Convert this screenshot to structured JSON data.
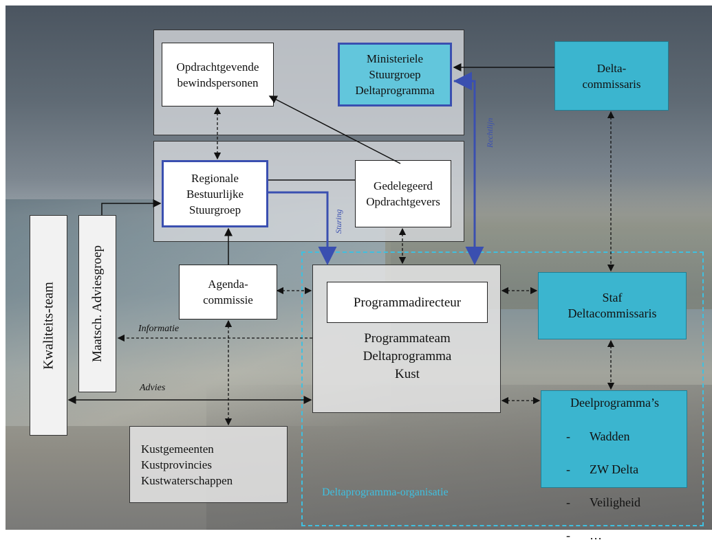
{
  "nodes": {
    "opdrachtgevende": "Opdrachtgevende\nbewindspersonen",
    "ministeriele": "Ministeriele\nStuurgroep\nDeltaprogramma",
    "deltacommissaris": "Delta-\ncommissaris",
    "regionale": "Regionale\nBestuurlijke\nStuurgroep",
    "gedelegeerd": "Gedelegeerd\nOpdrachtgevers",
    "agenda": "Agenda-\ncommissie",
    "programmadirecteur": "Programmadirecteur",
    "programmateam": "Programmateam\nDeltaprogramma\nKust",
    "staf": "Staf\nDeltacommissaris",
    "deelprogrammas_title": "Deelprogramma’s",
    "deelprogrammas_items": [
      "Wadden",
      "ZW Delta",
      "Veiligheid",
      "…"
    ],
    "kust": "Kustgemeenten\nKustprovincies\nKustwaterschappen",
    "kwaliteitsteam": "Kwaliteits-team",
    "maatsch": "Maatsch. Adviesgroep"
  },
  "labels": {
    "informatie": "Informatie",
    "advies": "Advies",
    "sturing": "Sturing",
    "rechtlijn": "Rechtlijn",
    "organisatie": "Deltaprogramma-organisatie"
  },
  "colors": {
    "cyan": "#3bb5cf",
    "dashed_frame": "#3fc0e0",
    "blue_line": "#3a4fb0"
  }
}
